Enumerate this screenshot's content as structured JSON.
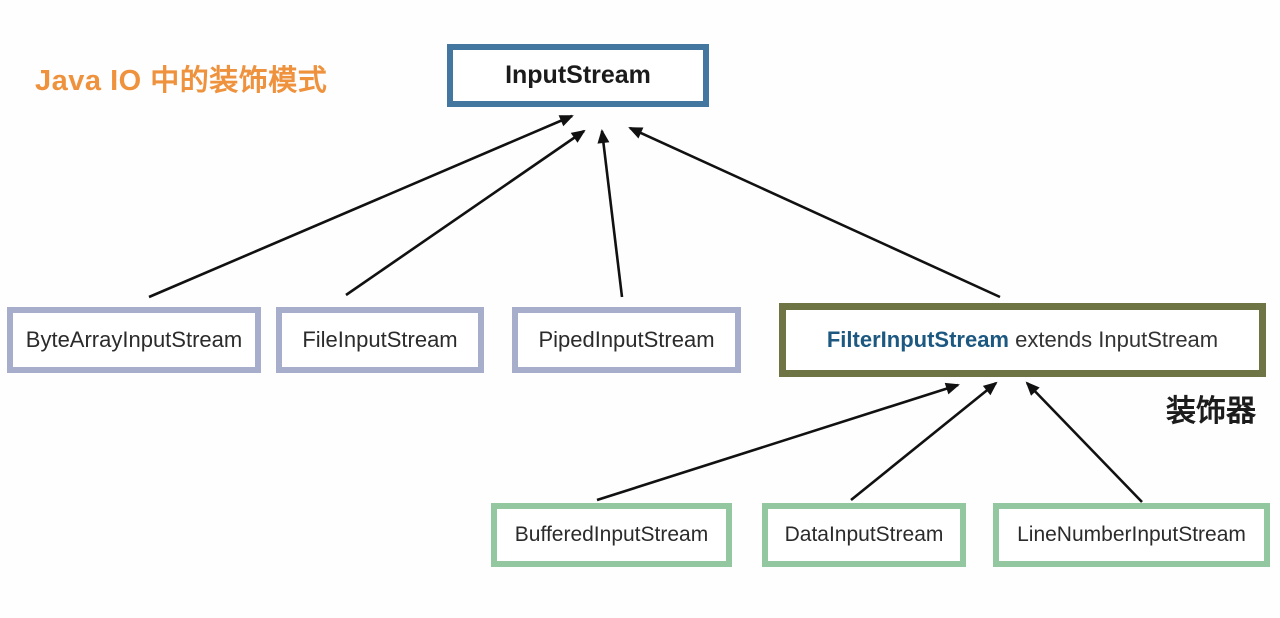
{
  "title": {
    "text": "Java IO 中的装饰模式",
    "color": "#ef923d"
  },
  "diagram": {
    "nodes": [
      {
        "id": "inputstream",
        "label": "InputStream",
        "variant": "root"
      },
      {
        "id": "bytearrayinputstream",
        "label": "ByteArrayInputStream",
        "variant": "subclass"
      },
      {
        "id": "fileinputstream",
        "label": "FileInputStream",
        "variant": "subclass"
      },
      {
        "id": "pipedinputstream",
        "label": "PipedInputStream",
        "variant": "subclass"
      },
      {
        "id": "filterinputstream",
        "label_bold": "FilterInputStream",
        "label_rest": " extends InputStream",
        "variant": "decorator-base"
      },
      {
        "id": "bufferedinputstream",
        "label": "BufferedInputStream",
        "variant": "decorator"
      },
      {
        "id": "datainputstream",
        "label": "DataInputStream",
        "variant": "decorator"
      },
      {
        "id": "linenumberinputstream",
        "label": "LineNumberInputStream",
        "variant": "decorator"
      }
    ],
    "edges": [
      {
        "from": "bytearrayinputstream",
        "to": "inputstream"
      },
      {
        "from": "fileinputstream",
        "to": "inputstream"
      },
      {
        "from": "pipedinputstream",
        "to": "inputstream"
      },
      {
        "from": "filterinputstream",
        "to": "inputstream"
      },
      {
        "from": "bufferedinputstream",
        "to": "filterinputstream"
      },
      {
        "from": "datainputstream",
        "to": "filterinputstream"
      },
      {
        "from": "linenumberinputstream",
        "to": "filterinputstream"
      }
    ],
    "annotation": {
      "text": "装饰器"
    }
  },
  "colors": {
    "root_border": "#44779f",
    "subclass_border": "#a7aecb",
    "decorator_base_border": "#6e7444",
    "decorator_border": "#92c7a0",
    "filter_bold_text": "#1d5880",
    "title_orange": "#ef923d",
    "arrow": "#111111"
  }
}
